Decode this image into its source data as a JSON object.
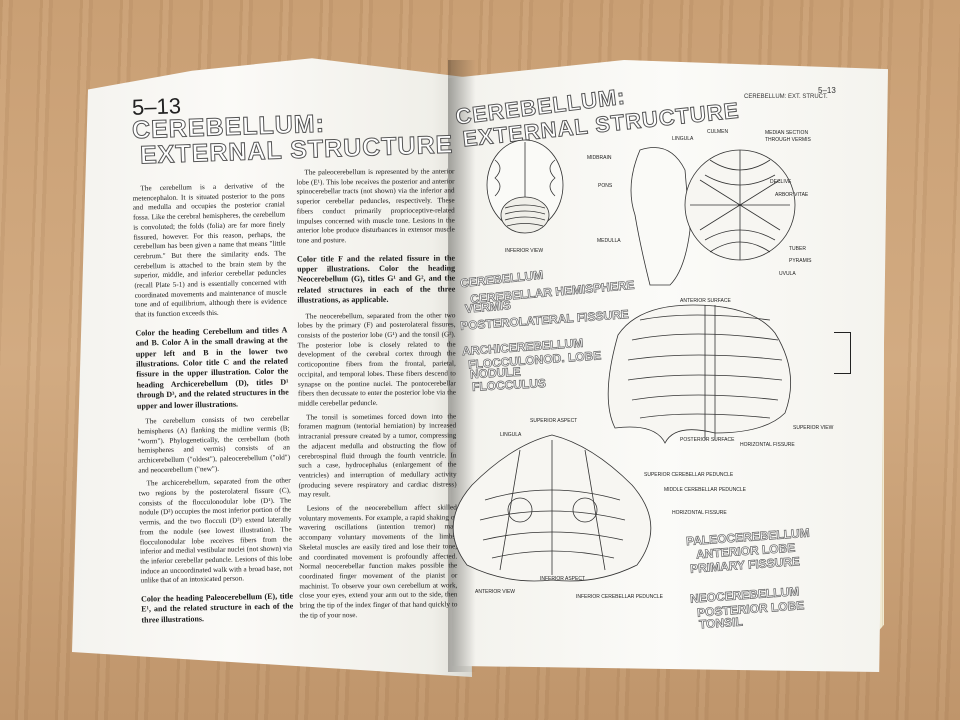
{
  "left_page": {
    "plate_number": "5–13",
    "title_line1": "CEREBELLUM:",
    "title_line2": "EXTERNAL STRUCTURE",
    "col1": [
      "The cerebellum is a derivative of the metencephalon. It is situated posterior to the pons and medulla and occupies the posterior cranial fossa. Like the cerebral hemispheres, the cerebellum is convoluted; the folds (folia) are far more finely fissured, however. For this reason, perhaps, the cerebellum has been given a name that means \"little cerebrum.\" But there the similarity ends. The cerebellum is attached to the brain stem by the superior, middle, and inferior cerebellar peduncles (recall Plate 5-1) and is essentially concerned with coordinated movements and maintenance of muscle tone and of equilibrium, although there is evidence that its function exceeds this.",
      "Color the heading Cerebellum and titles A and B. Color A in the small drawing at the upper left and B in the lower two illustrations. Color title C and the related fissure in the upper illustration. Color the heading Archicerebellum (D), titles D¹ through D³, and the related structures in the upper and lower illustrations.",
      "The cerebellum consists of two cerebellar hemispheres (A) flanking the midline vermis (B; \"worm\"). Phylogenetically, the cerebellum (both hemispheres and vermis) consists of an archicerebellum (\"oldest\"), paleocerebellum (\"old\") and neocerebellum (\"new\").",
      "The archicerebellum, separated from the other two regions by the posterolateral fissure (C), consists of the flocculonodular lobe (D¹). The nodule (D²) occupies the most inferior portion of the vermis, and the two flocculi (D³) extend laterally from the nodule (see lowest illustration). The flocculonodular lobe receives fibers from the inferior and medial vestibular nuclei (not shown) via the inferior cerebellar peduncle. Lesions of this lobe induce an uncoordinated walk with a broad base, not unlike that of an intoxicated person.",
      "Color the heading Paleocerebellum (E), title E¹, and the related structure in each of the three illustrations."
    ],
    "col2": [
      "The paleocerebellum is represented by the anterior lobe (E¹). This lobe receives the posterior and anterior spinocerebellar tracts (not shown) via the inferior and superior cerebellar peduncles, respectively. These fibers conduct primarily proprioceptive-related impulses concerned with muscle tone. Lesions in the anterior lobe produce disturbances in extensor muscle tone and posture.",
      "Color title F and the related fissure in the upper illustrations. Color the heading Neocerebellum (G), titles G¹ and G², and the related structures in each of the three illustrations, as applicable.",
      "The neocerebellum, separated from the other two lobes by the primary (F) and posterolateral fissures, consists of the posterior lobe (G¹) and the tonsil (G²). The posterior lobe is closely related to the development of the cerebral cortex through the corticopontine fibers from the frontal, parietal, occipital, and temporal lobes. These fibers descend to synapse on the pontine nuclei. The pontocerebellar fibers then decussate to enter the posterior lobe via the middle cerebellar peduncle.",
      "The tonsil is sometimes forced down into the foramen magnum (tentorial herniation) by increased intracranial pressure created by a tumor, compressing the adjacent medulla and obstructing the flow of cerebrospinal fluid through the fourth ventricle. In such a case, hydrocephalus (enlargement of the ventricles) and interruption of medullary activity (producing severe respiratory and cardiac distress) may result.",
      "Lesions of the neocerebellum affect skilled voluntary movements. For example, a rapid shaking or wavering oscillations (intention tremor) may accompany voluntary movements of the limbs. Skeletal muscles are easily tired and lose their tone, and coordinated movement is profoundly affected. Normal neocerebellar function makes possible the coordinated finger movement of the pianist or machinist. To observe your own cerebellum at work, close your eyes, extend your arm out to the side, then bring the tip of the index finger of that hand quickly to the tip of your nose."
    ]
  },
  "right_page": {
    "plate_number": "5–13",
    "running_head": "CEREBELLUM: EXT. STRUCT.",
    "title_line1": "CEREBELLUM:",
    "title_line2": "EXTERNAL STRUCTURE",
    "headings": {
      "cerebellum": "CEREBELLUM",
      "hemisphere": "CEREBELLAR HEMISPHERE",
      "vermis": "VERMIS",
      "posterolateral": "POSTEROLATERAL FISSURE",
      "archi": "ARCHICEREBELLUM",
      "flocculonod": "FLOCCULONOD. LOBE",
      "nodule": "NODULE",
      "flocculus": "FLOCCULUS",
      "paleo": "PALEOCEREBELLUM",
      "anterior_lobe": "ANTERIOR LOBE",
      "primary_fissure": "PRIMARY FISSURE",
      "neo": "NEOCEREBELLUM",
      "posterior_lobe": "POSTERIOR LOBE",
      "tonsil": "TONSIL"
    },
    "labels": {
      "inferior_view_small": "INFERIOR VIEW",
      "midbrain": "MIDBRAIN",
      "pons": "PONS",
      "medulla": "MEDULLA",
      "lingula": "LINGULA",
      "culmen": "CULMEN",
      "median_section": "MEDIAN SECTION",
      "through_vermis": "THROUGH VERMIS",
      "declive": "DECLIVE",
      "arbor_vitae": "ARBOR VITAE",
      "tuber": "TUBER",
      "pyramis": "PYRAMIS",
      "uvula": "UVULA",
      "anterior_surface": "ANTERIOR SURFACE",
      "superior_view": "SUPERIOR VIEW",
      "posterior_surface": "POSTERIOR SURFACE",
      "horizontal_fissure": "HORIZONTAL FISSURE",
      "superior_aspect": "SUPERIOR ASPECT",
      "lingula2": "LINGULA",
      "sup_ped": "SUPERIOR CEREBELLAR PEDUNCLE",
      "mid_ped": "MIDDLE CEREBELLAR PEDUNCLE",
      "horiz_fissure2": "HORIZONTAL FISSURE",
      "inferior_aspect": "INFERIOR ASPECT",
      "anterior_view": "ANTERIOR VIEW",
      "inf_ped": "INFERIOR CEREBELLAR PEDUNCLE"
    }
  }
}
